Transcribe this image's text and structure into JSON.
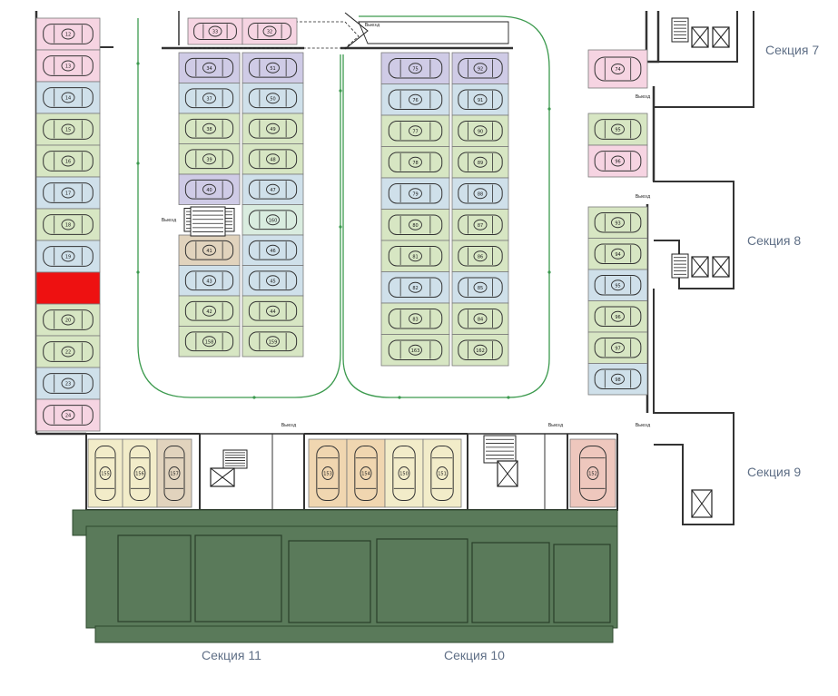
{
  "colors": {
    "pink": "#f6d4e2",
    "blue": "#cfe0ea",
    "green": "#d7e6c3",
    "purple": "#cfcbe6",
    "tan": "#e1d3bd",
    "yellow": "#f2ecc9",
    "orange": "#f0d6b0",
    "salmon": "#eec7bd",
    "mint": "#d9ecdf",
    "highlight": "#ee1111",
    "building": "#5a7a5a",
    "route": "#3c9a4e",
    "wall": "#333333"
  },
  "sections": [
    {
      "id": "s7",
      "label": "Секция 7"
    },
    {
      "id": "s8",
      "label": "Секция 8"
    },
    {
      "id": "s9",
      "label": "Секция 9"
    },
    {
      "id": "s11",
      "label": "Секция 11"
    },
    {
      "id": "s10",
      "label": "Секция 10"
    }
  ],
  "exit_label": "Выезд",
  "parking": {
    "left_column": [
      {
        "n": "12",
        "c": "pink"
      },
      {
        "n": "13",
        "c": "pink"
      },
      {
        "n": "14",
        "c": "blue"
      },
      {
        "n": "15",
        "c": "green"
      },
      {
        "n": "16",
        "c": "green"
      },
      {
        "n": "17",
        "c": "blue"
      },
      {
        "n": "18",
        "c": "green"
      },
      {
        "n": "19",
        "c": "blue"
      },
      {
        "n": "",
        "c": "highlight"
      },
      {
        "n": "20",
        "c": "green"
      },
      {
        "n": "22",
        "c": "green"
      },
      {
        "n": "23",
        "c": "blue"
      },
      {
        "n": "24",
        "c": "pink"
      }
    ],
    "block_a_top": [
      {
        "n": "33",
        "c": "pink"
      },
      {
        "n": "32",
        "c": "pink"
      }
    ],
    "block_a_left": [
      {
        "n": "34",
        "c": "purple"
      },
      {
        "n": "37",
        "c": "blue"
      },
      {
        "n": "38",
        "c": "green"
      },
      {
        "n": "39",
        "c": "green"
      },
      {
        "n": "40",
        "c": "purple"
      },
      {
        "n": "",
        "c": "stair"
      },
      {
        "n": "41",
        "c": "tan"
      },
      {
        "n": "43",
        "c": "blue"
      },
      {
        "n": "42",
        "c": "green"
      },
      {
        "n": "158",
        "c": "green"
      }
    ],
    "block_a_right": [
      {
        "n": "51",
        "c": "purple"
      },
      {
        "n": "50",
        "c": "blue"
      },
      {
        "n": "49",
        "c": "green"
      },
      {
        "n": "48",
        "c": "green"
      },
      {
        "n": "47",
        "c": "blue"
      },
      {
        "n": "160",
        "c": "mint"
      },
      {
        "n": "46",
        "c": "blue"
      },
      {
        "n": "45",
        "c": "blue"
      },
      {
        "n": "44",
        "c": "green"
      },
      {
        "n": "159",
        "c": "green"
      }
    ],
    "block_b_left": [
      {
        "n": "75",
        "c": "purple"
      },
      {
        "n": "76",
        "c": "blue"
      },
      {
        "n": "77",
        "c": "green"
      },
      {
        "n": "78",
        "c": "green"
      },
      {
        "n": "79",
        "c": "blue"
      },
      {
        "n": "80",
        "c": "green"
      },
      {
        "n": "81",
        "c": "green"
      },
      {
        "n": "82",
        "c": "blue"
      },
      {
        "n": "83",
        "c": "green"
      },
      {
        "n": "163",
        "c": "green"
      }
    ],
    "block_b_right": [
      {
        "n": "92",
        "c": "purple"
      },
      {
        "n": "91",
        "c": "blue"
      },
      {
        "n": "90",
        "c": "green"
      },
      {
        "n": "89",
        "c": "green"
      },
      {
        "n": "88",
        "c": "blue"
      },
      {
        "n": "87",
        "c": "green"
      },
      {
        "n": "86",
        "c": "green"
      },
      {
        "n": "85",
        "c": "blue"
      },
      {
        "n": "84",
        "c": "green"
      },
      {
        "n": "162",
        "c": "green"
      }
    ],
    "right_top": [
      {
        "n": "74",
        "c": "pink"
      }
    ],
    "right_mid": [
      {
        "n": "95",
        "c": "green"
      },
      {
        "n": "96",
        "c": "pink"
      }
    ],
    "right_bottom": [
      {
        "n": "93",
        "c": "green"
      },
      {
        "n": "94",
        "c": "green"
      },
      {
        "n": "95",
        "c": "blue"
      },
      {
        "n": "96",
        "c": "green"
      },
      {
        "n": "97",
        "c": "green"
      },
      {
        "n": "98",
        "c": "blue"
      }
    ],
    "bottom_left": [
      {
        "n": "155",
        "c": "yellow"
      },
      {
        "n": "156",
        "c": "yellow"
      },
      {
        "n": "157",
        "c": "tan"
      }
    ],
    "bottom_mid": [
      {
        "n": "153",
        "c": "orange"
      },
      {
        "n": "154",
        "c": "orange"
      },
      {
        "n": "150",
        "c": "yellow"
      },
      {
        "n": "151",
        "c": "yellow"
      }
    ],
    "bottom_right": [
      {
        "n": "152",
        "c": "salmon"
      }
    ]
  }
}
